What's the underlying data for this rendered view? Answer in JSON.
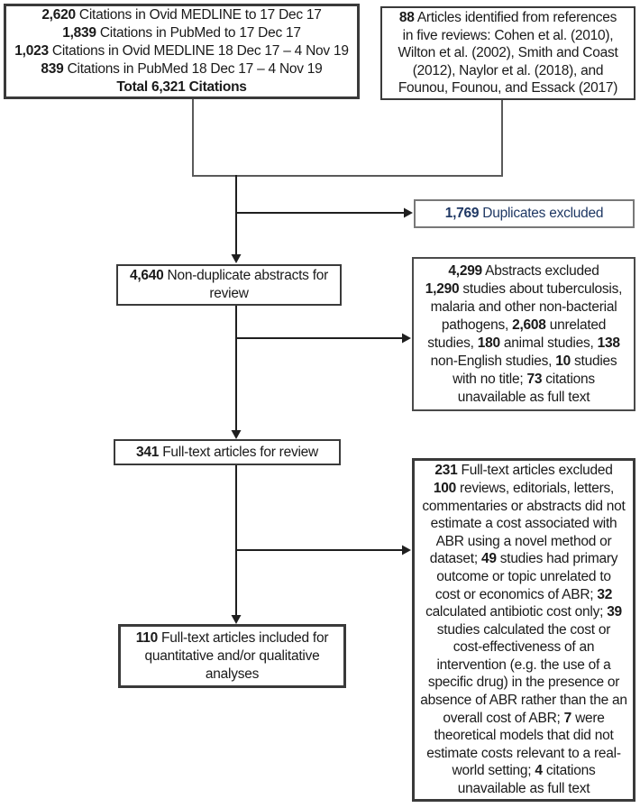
{
  "diagram": {
    "type": "prisma-flow-diagram",
    "colors": {
      "box_border": "#3a3a3a",
      "light_border": "#787878",
      "connector_gray": "#5a5a5a",
      "connector_black": "#1f1f1f",
      "text": "#1a1a1a",
      "accent_text": "#1f3864"
    },
    "boxes": {
      "citations_identified": {
        "lines": [
          [
            {
              "t": "2,620",
              "b": true
            },
            {
              "t": " Citations in Ovid MEDLINE to 17 Dec 17",
              "b": false
            }
          ],
          [
            {
              "t": "1,839",
              "b": true
            },
            {
              "t": " Citations in PubMed to 17 Dec 17",
              "b": false
            }
          ],
          [
            {
              "t": "1,023",
              "b": true
            },
            {
              "t": " Citations in Ovid MEDLINE 18 Dec 17 – 4 Nov 19",
              "b": false
            }
          ],
          [
            {
              "t": "839",
              "b": true
            },
            {
              "t": " Citations in PubMed 18 Dec 17 – 4 Nov 19",
              "b": false
            }
          ],
          [
            {
              "t": "Total 6,321 Citations",
              "b": true
            }
          ]
        ]
      },
      "reference_articles": {
        "lines": [
          [
            {
              "t": "88",
              "b": true
            },
            {
              "t": " Articles identified from references",
              "b": false
            }
          ],
          [
            {
              "t": "in five reviews: Cohen et al. (2010),",
              "b": false
            }
          ],
          [
            {
              "t": "Wilton et al. (2002), Smith and Coast",
              "b": false
            }
          ],
          [
            {
              "t": "(2012), Naylor et al. (2018), and",
              "b": false
            }
          ],
          [
            {
              "t": "Founou, Founou, and Essack (2017)",
              "b": false
            }
          ]
        ]
      },
      "duplicates_excluded": {
        "lines": [
          [
            {
              "t": "1,769",
              "b": true
            },
            {
              "t": " Duplicates excluded",
              "b": false
            }
          ]
        ]
      },
      "non_duplicate_abstracts": {
        "lines": [
          [
            {
              "t": "4,640",
              "b": true
            },
            {
              "t": " Non-duplicate abstracts for",
              "b": false
            }
          ],
          [
            {
              "t": "review",
              "b": false
            }
          ]
        ]
      },
      "abstracts_excluded": {
        "lines": [
          [
            {
              "t": "4,299",
              "b": true
            },
            {
              "t": " Abstracts excluded",
              "b": false
            }
          ],
          [
            {
              "t": "1,290",
              "b": true
            },
            {
              "t": " studies about tuberculosis,",
              "b": false
            }
          ],
          [
            {
              "t": "malaria and other non-bacterial",
              "b": false
            }
          ],
          [
            {
              "t": "pathogens, ",
              "b": false
            },
            {
              "t": "2,608",
              "b": true
            },
            {
              "t": " unrelated",
              "b": false
            }
          ],
          [
            {
              "t": "studies, ",
              "b": false
            },
            {
              "t": "180",
              "b": true
            },
            {
              "t": " animal studies, ",
              "b": false
            },
            {
              "t": "138",
              "b": true
            }
          ],
          [
            {
              "t": "non-English studies, ",
              "b": false
            },
            {
              "t": "10",
              "b": true
            },
            {
              "t": " studies",
              "b": false
            }
          ],
          [
            {
              "t": "with no title; ",
              "b": false
            },
            {
              "t": "73",
              "b": true
            },
            {
              "t": " citations",
              "b": false
            }
          ],
          [
            {
              "t": "unavailable as full text",
              "b": false
            }
          ]
        ]
      },
      "full_text_review": {
        "lines": [
          [
            {
              "t": "341",
              "b": true
            },
            {
              "t": " Full-text articles for review",
              "b": false
            }
          ]
        ]
      },
      "full_text_excluded": {
        "lines": [
          [
            {
              "t": "231",
              "b": true
            },
            {
              "t": " Full-text articles excluded",
              "b": false
            }
          ],
          [
            {
              "t": "100",
              "b": true
            },
            {
              "t": " reviews, editorials, letters,",
              "b": false
            }
          ],
          [
            {
              "t": "commentaries or abstracts did not",
              "b": false
            }
          ],
          [
            {
              "t": "estimate a cost associated with",
              "b": false
            }
          ],
          [
            {
              "t": "ABR using a novel method or",
              "b": false
            }
          ],
          [
            {
              "t": "dataset; ",
              "b": false
            },
            {
              "t": "49",
              "b": true
            },
            {
              "t": " studies had primary",
              "b": false
            }
          ],
          [
            {
              "t": "outcome or topic unrelated to",
              "b": false
            }
          ],
          [
            {
              "t": "cost or economics of ABR; ",
              "b": false
            },
            {
              "t": "32",
              "b": true
            }
          ],
          [
            {
              "t": "calculated antibiotic cost only; ",
              "b": false
            },
            {
              "t": "39",
              "b": true
            }
          ],
          [
            {
              "t": "studies calculated the cost or",
              "b": false
            }
          ],
          [
            {
              "t": "cost-effectiveness of an",
              "b": false
            }
          ],
          [
            {
              "t": "intervention (e.g. the use of a",
              "b": false
            }
          ],
          [
            {
              "t": "specific drug) in the presence or",
              "b": false
            }
          ],
          [
            {
              "t": "absence of ABR rather than the an",
              "b": false
            }
          ],
          [
            {
              "t": "overall cost of ABR; ",
              "b": false
            },
            {
              "t": "7",
              "b": true
            },
            {
              "t": " were",
              "b": false
            }
          ],
          [
            {
              "t": "theoretical models that did not",
              "b": false
            }
          ],
          [
            {
              "t": "estimate costs relevant to a real-",
              "b": false
            }
          ],
          [
            {
              "t": "world setting; ",
              "b": false
            },
            {
              "t": "4",
              "b": true
            },
            {
              "t": " citations",
              "b": false
            }
          ],
          [
            {
              "t": "unavailable as full text",
              "b": false
            }
          ]
        ]
      },
      "included_articles": {
        "lines": [
          [
            {
              "t": "110",
              "b": true
            },
            {
              "t": " Full-text articles included for",
              "b": false
            }
          ],
          [
            {
              "t": "quantitative and/or qualitative",
              "b": false
            }
          ],
          [
            {
              "t": "analyses",
              "b": false
            }
          ]
        ]
      }
    }
  }
}
